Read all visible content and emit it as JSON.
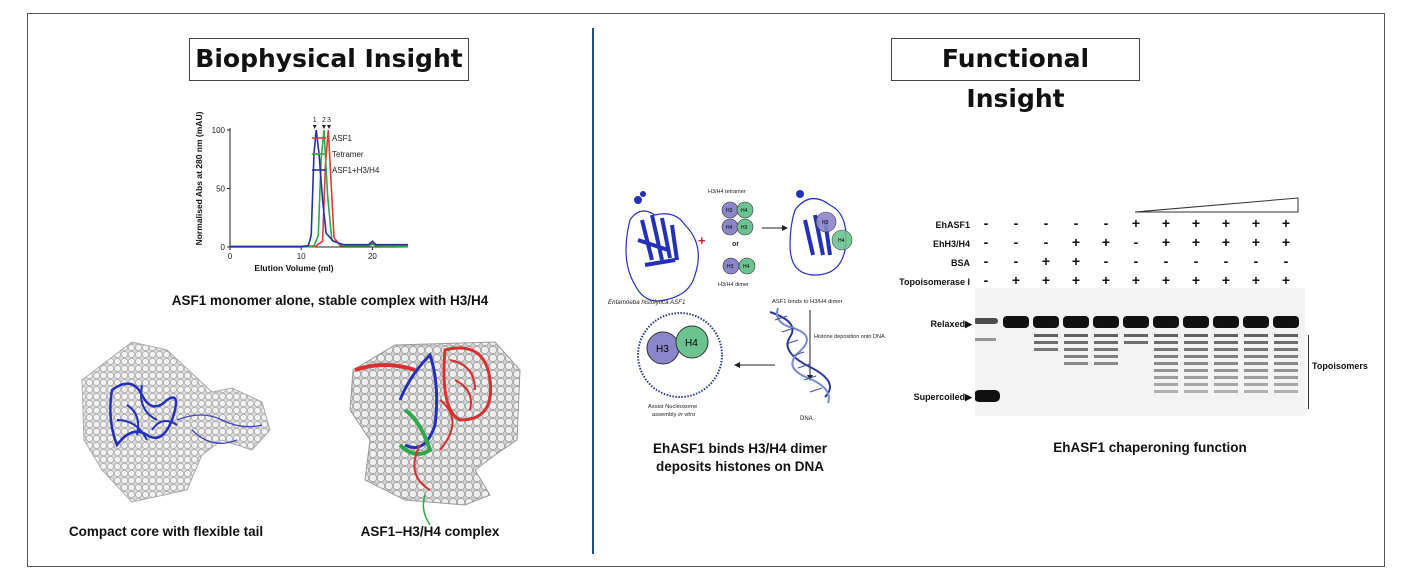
{
  "left": {
    "title": "Biophysical Insight",
    "captions": {
      "sec": "ASF1 monomer alone, stable complex with H3/H4",
      "model1": "Compact core with flexible tail",
      "model2": "ASF1–H3/H4 complex"
    }
  },
  "right": {
    "title": "Functional Insight",
    "captions": {
      "pathway_line1": "EhASF1 binds H3/H4 dimer",
      "pathway_line2": "deposits histones on DNA",
      "gel": "EhASF1 chaperoning function"
    }
  },
  "chart_data": {
    "type": "line",
    "title": "",
    "xlabel": "Elution Volume (ml)",
    "ylabel": "Normalised Abs at 280 nm (mAU)",
    "xlim": [
      0,
      25
    ],
    "ylim": [
      0,
      100
    ],
    "xticks": [
      "0",
      "10",
      "20"
    ],
    "yticks": [
      "0",
      "50",
      "100"
    ],
    "peak_markers": [
      "1",
      "2",
      "3"
    ],
    "legend_position": "top-right",
    "series": [
      {
        "name": "ASF1",
        "color": "#e03a3a",
        "x": [
          0,
          10,
          12,
          13,
          13.4,
          13.8,
          14.2,
          14.6,
          15.5,
          19.5,
          20,
          20.5,
          25
        ],
        "y": [
          0,
          0,
          0.5,
          5,
          70,
          100,
          55,
          8,
          1,
          1,
          3,
          1,
          0.5
        ]
      },
      {
        "name": "Tetramer",
        "color": "#2ea84a",
        "x": [
          0,
          10,
          11.8,
          12.4,
          12.8,
          13.2,
          13.7,
          14.3,
          16,
          19.5,
          20,
          20.5,
          25
        ],
        "y": [
          0,
          0,
          1,
          10,
          75,
          100,
          45,
          6,
          1,
          1,
          2.5,
          1,
          0.5
        ]
      },
      {
        "name": "ASF1+H3/H4",
        "color": "#2a2f9e",
        "x": [
          0,
          10,
          11,
          11.4,
          11.8,
          12.1,
          12.5,
          13,
          13.5,
          14.5,
          16,
          19.5,
          20,
          20.5,
          25
        ],
        "y": [
          0.5,
          0.5,
          1,
          10,
          80,
          100,
          80,
          40,
          12,
          5,
          2,
          2,
          5,
          2,
          2
        ]
      }
    ]
  },
  "pathway": {
    "tetramer_label": "H3/H4 tetramer",
    "or_label": "or",
    "dimer_label": "H3/H4 dimer",
    "protein_label": "Entamoeba histolytica ASF1",
    "bound_label": "ASF1 binds to H3/H4 dimer",
    "deposition_label": "Histone deposition onto DNA",
    "dna_label": "DNA",
    "assist_label": "Assist Nucleosome assembly in vitro",
    "h3": "H3",
    "h4": "H4",
    "colors": {
      "h3": "#8b86c9",
      "h4": "#6cc38f",
      "protein": "#2430b8"
    }
  },
  "gel": {
    "row_labels": [
      "EhASF1",
      "EhH3/H4",
      "BSA",
      "Topoisomerase I"
    ],
    "rows": [
      [
        "-",
        "-",
        "-",
        "-",
        "-",
        "+",
        "+",
        "+",
        "+",
        "+",
        "+"
      ],
      [
        "-",
        "-",
        "-",
        "+",
        "+",
        "-",
        "+",
        "+",
        "+",
        "+",
        "+"
      ],
      [
        "-",
        "-",
        "+",
        "+",
        "-",
        "-",
        "-",
        "-",
        "-",
        "-",
        "-"
      ],
      [
        "-",
        "+",
        "+",
        "+",
        "+",
        "+",
        "+",
        "+",
        "+",
        "+",
        "+"
      ]
    ],
    "relaxed_label": "Relaxed▶",
    "supercoiled_label": "Supercoiled▶",
    "topoisomers_label": "Topoisomers"
  }
}
